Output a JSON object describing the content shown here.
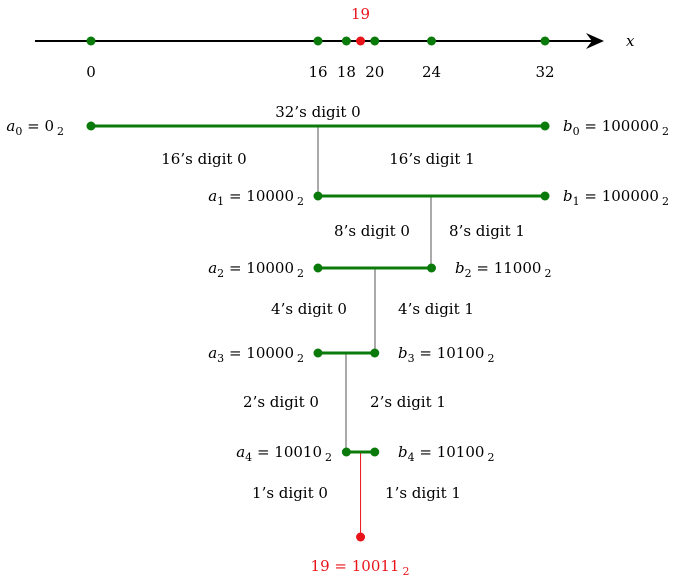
{
  "colors": {
    "green": "#0a7a0a",
    "red": "#e8141a",
    "axis": "#000000",
    "connector": "#555555"
  },
  "number_line": {
    "axis_label": "x",
    "ticks": [
      {
        "value": 0,
        "label": "0"
      },
      {
        "value": 16,
        "label": "16"
      },
      {
        "value": 18,
        "label": "18"
      },
      {
        "value": 20,
        "label": "20"
      },
      {
        "value": 24,
        "label": "24"
      },
      {
        "value": 32,
        "label": "32"
      }
    ],
    "target": {
      "value": 19,
      "label": "19"
    }
  },
  "levels": [
    {
      "a": {
        "var": "a",
        "sub": "0",
        "value": "0",
        "base": "2"
      },
      "b": {
        "var": "b",
        "sub": "0",
        "value": "100000",
        "base": "2"
      },
      "lo": 0,
      "hi": 32
    },
    {
      "a": {
        "var": "a",
        "sub": "1",
        "value": "10000",
        "base": "2"
      },
      "b": {
        "var": "b",
        "sub": "1",
        "value": "100000",
        "base": "2"
      },
      "lo": 16,
      "hi": 32
    },
    {
      "a": {
        "var": "a",
        "sub": "2",
        "value": "10000",
        "base": "2"
      },
      "b": {
        "var": "b",
        "sub": "2",
        "value": "11000",
        "base": "2"
      },
      "lo": 16,
      "hi": 24
    },
    {
      "a": {
        "var": "a",
        "sub": "3",
        "value": "10000",
        "base": "2"
      },
      "b": {
        "var": "b",
        "sub": "3",
        "value": "10100",
        "base": "2"
      },
      "lo": 16,
      "hi": 20
    },
    {
      "a": {
        "var": "a",
        "sub": "4",
        "value": "10010",
        "base": "2"
      },
      "b": {
        "var": "b",
        "sub": "4",
        "value": "10100",
        "base": "2"
      },
      "lo": 18,
      "hi": 20
    }
  ],
  "digit_labels": {
    "top": "32’s digit 0",
    "steps": [
      {
        "zero": "16’s digit 0",
        "one": "16’s digit 1"
      },
      {
        "zero": "8’s digit 0",
        "one": "8’s digit 1"
      },
      {
        "zero": "4’s digit 0",
        "one": "4’s digit 1"
      },
      {
        "zero": "2’s digit 0",
        "one": "2’s digit 1"
      },
      {
        "zero": "1’s digit 0",
        "one": "1’s digit 1"
      }
    ]
  },
  "result": {
    "decimal": "19",
    "binary": "10011",
    "base": "2"
  }
}
